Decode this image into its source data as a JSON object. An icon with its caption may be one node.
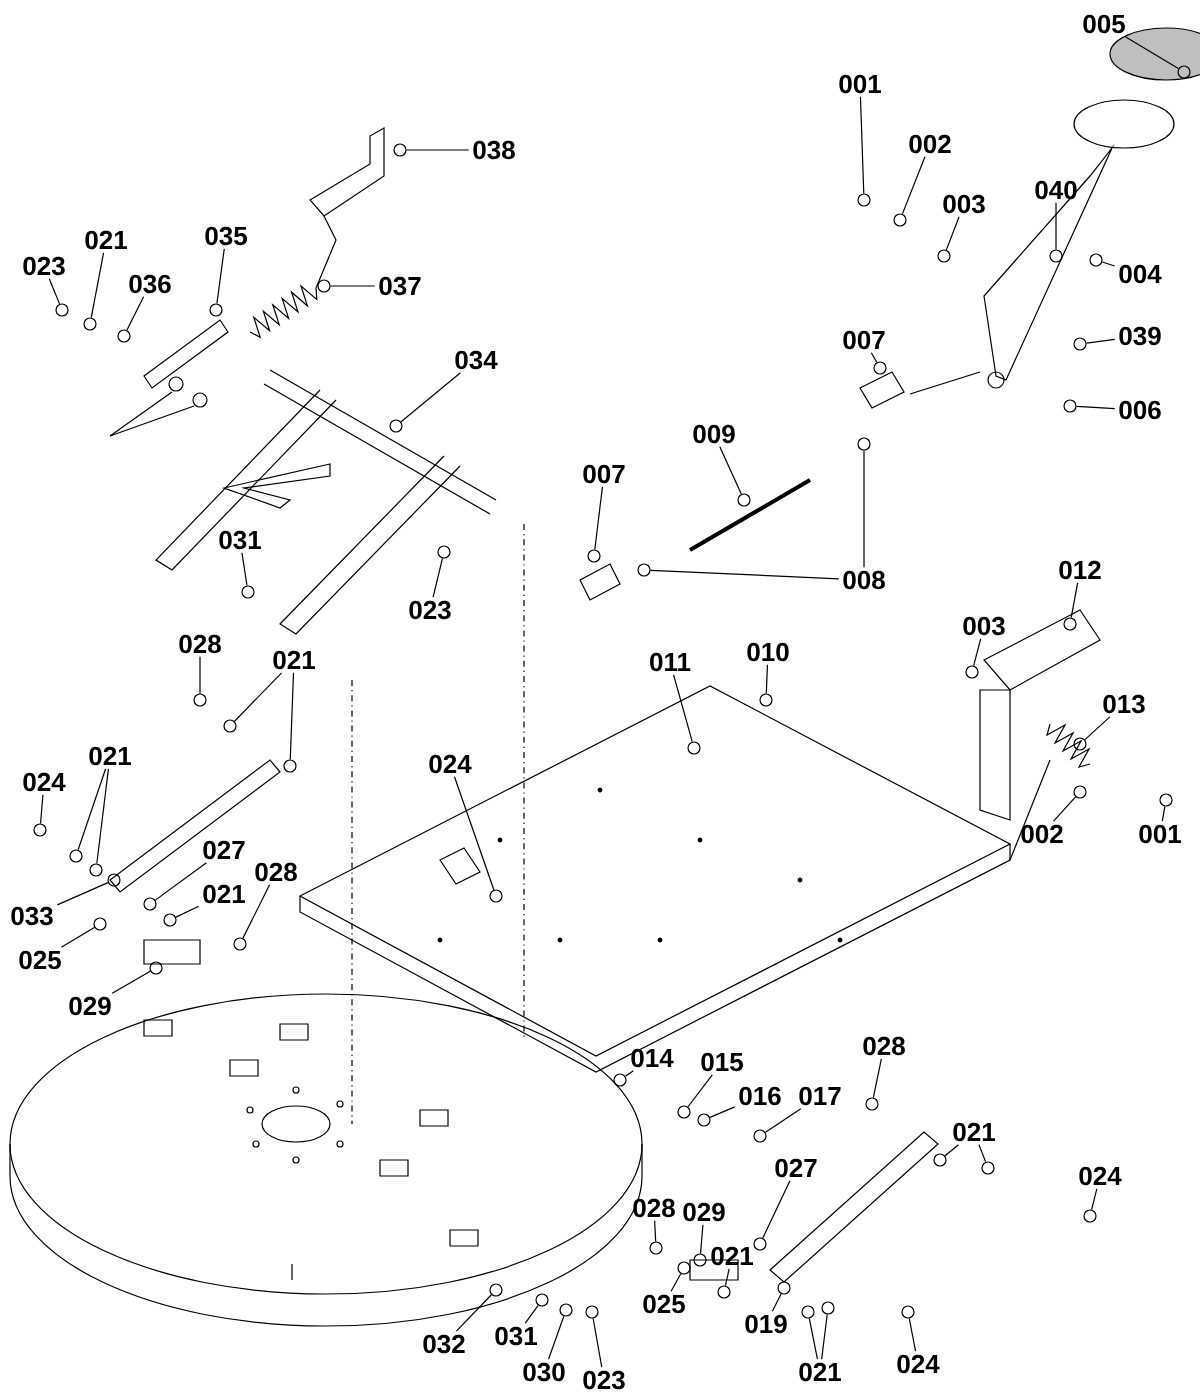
{
  "diagram": {
    "nodes": [
      {
        "text": [
          "005"
        ]
      },
      {
        "text": [
          "001"
        ]
      },
      {
        "text": [
          "002"
        ]
      },
      {
        "text": [
          "003"
        ]
      },
      {
        "text": [
          "040"
        ]
      },
      {
        "text": [
          "004"
        ]
      },
      {
        "text": [
          "039"
        ]
      },
      {
        "text": [
          "006"
        ]
      },
      {
        "text": [
          "007"
        ]
      },
      {
        "text": [
          "009"
        ]
      },
      {
        "text": [
          "008"
        ]
      },
      {
        "text": [
          "038"
        ]
      },
      {
        "text": [
          "037"
        ]
      },
      {
        "text": [
          "035"
        ]
      },
      {
        "text": [
          "021"
        ]
      },
      {
        "text": [
          "023"
        ]
      },
      {
        "text": [
          "036"
        ]
      },
      {
        "text": [
          "034"
        ]
      },
      {
        "text": [
          "007"
        ]
      },
      {
        "text": [
          "031"
        ]
      },
      {
        "text": [
          "023"
        ]
      },
      {
        "text": [
          "028"
        ]
      },
      {
        "text": [
          "021"
        ]
      },
      {
        "text": [
          "024"
        ]
      },
      {
        "text": [
          "021"
        ]
      },
      {
        "text": [
          "033"
        ]
      },
      {
        "text": [
          "027"
        ]
      },
      {
        "text": [
          "028"
        ]
      },
      {
        "text": [
          "021"
        ]
      },
      {
        "text": [
          "025"
        ]
      },
      {
        "text": [
          "029"
        ]
      },
      {
        "text": [
          "024"
        ]
      },
      {
        "text": [
          "011"
        ]
      },
      {
        "text": [
          "010"
        ]
      },
      {
        "text": [
          "003"
        ]
      },
      {
        "text": [
          "012"
        ]
      },
      {
        "text": [
          "013"
        ]
      },
      {
        "text": [
          "002"
        ]
      },
      {
        "text": [
          "001"
        ]
      },
      {
        "text": [
          "014"
        ]
      },
      {
        "text": [
          "015"
        ]
      },
      {
        "text": [
          "016"
        ]
      },
      {
        "text": [
          "017"
        ]
      },
      {
        "text": [
          "028"
        ]
      },
      {
        "text": [
          "021"
        ]
      },
      {
        "text": [
          "024"
        ]
      },
      {
        "text": [
          "027"
        ]
      },
      {
        "text": [
          "028"
        ]
      },
      {
        "text": [
          "029"
        ]
      },
      {
        "text": [
          "021"
        ]
      },
      {
        "text": [
          "025"
        ]
      },
      {
        "text": [
          "019"
        ]
      },
      {
        "text": [
          "021"
        ]
      },
      {
        "text": [
          "024"
        ]
      },
      {
        "text": [
          "032"
        ]
      },
      {
        "text": [
          "031"
        ]
      },
      {
        "text": [
          "030"
        ]
      },
      {
        "text": [
          "023"
        ]
      },
      {
        "text": [],
        "shape": "circle"
      },
      {
        "text": [],
        "shape": "circle"
      },
      {
        "text": [],
        "shape": "circle"
      },
      {
        "text": [],
        "shape": "circle"
      },
      {
        "text": [],
        "shape": "circle"
      },
      {
        "text": [],
        "shape": "circle"
      },
      {
        "text": [],
        "shape": "circle"
      },
      {
        "text": [],
        "shape": "circle"
      },
      {
        "text": [],
        "shape": "circle"
      },
      {
        "text": [],
        "shape": "circle"
      },
      {
        "text": [],
        "shape": "circle"
      },
      {
        "text": [],
        "shape": "circle"
      },
      {
        "text": [],
        "shape": "circle"
      },
      {
        "text": [],
        "shape": "circle"
      },
      {
        "text": [],
        "shape": "circle"
      },
      {
        "text": [],
        "shape": "circle"
      },
      {
        "text": [],
        "shape": "circle"
      },
      {
        "text": [],
        "shape": "circle"
      },
      {
        "text": [],
        "shape": "circle"
      },
      {
        "text": [],
        "shape": "circle"
      },
      {
        "text": [],
        "shape": "circle"
      },
      {
        "text": [],
        "shape": "circle"
      },
      {
        "text": [],
        "shape": "circle"
      },
      {
        "text": [],
        "shape": "circle"
      },
      {
        "text": [],
        "shape": "circle"
      },
      {
        "text": [],
        "shape": "circle"
      },
      {
        "text": [],
        "shape": "circle"
      },
      {
        "text": [],
        "shape": "circle"
      },
      {
        "text": [],
        "shape": "circle"
      },
      {
        "text": [],
        "shape": "circle"
      },
      {
        "text": [],
        "shape": "circle"
      },
      {
        "text": [],
        "shape": "circle"
      },
      {
        "text": [],
        "shape": "circle"
      },
      {
        "text": [],
        "shape": "circle"
      },
      {
        "text": [],
        "shape": "circle"
      },
      {
        "text": [],
        "shape": "circle"
      },
      {
        "text": [],
        "shape": "circle"
      },
      {
        "text": [],
        "shape": "circle"
      },
      {
        "text": [],
        "shape": "circle"
      },
      {
        "text": [],
        "shape": "circle"
      },
      {
        "text": [],
        "shape": "circle"
      },
      {
        "text": [],
        "shape": "circle"
      },
      {
        "text": [],
        "shape": "circle"
      },
      {
        "text": [],
        "shape": "circle"
      },
      {
        "text": [],
        "shape": "circle"
      },
      {
        "text": [],
        "shape": "circle"
      },
      {
        "text": [],
        "shape": "circle"
      },
      {
        "text": [],
        "shape": "circle"
      },
      {
        "text": [],
        "shape": "circle"
      },
      {
        "text": [],
        "shape": "circle"
      },
      {
        "text": [],
        "shape": "circle"
      },
      {
        "text": [],
        "shape": "circle"
      },
      {
        "text": [],
        "shape": "circle"
      },
      {
        "text": [],
        "shape": "circle"
      },
      {
        "text": [],
        "shape": "circle"
      },
      {
        "text": [],
        "shape": "circle"
      },
      {
        "text": [],
        "shape": "circle"
      },
      {
        "text": [],
        "shape": "circle"
      },
      {
        "text": [],
        "shape": "circle"
      },
      {
        "text": [],
        "shape": "circle"
      },
      {
        "text": [],
        "shape": "circle"
      },
      {
        "text": [],
        "shape": "circle"
      },
      {
        "text": [],
        "shape": "circle"
      }
    ],
    "edges": [
      {
        "from": 0,
        "to": 58,
        "arrow": "none"
      },
      {
        "from": 1,
        "to": 59,
        "arrow": "none"
      },
      {
        "from": 2,
        "to": 60,
        "arrow": "none"
      },
      {
        "from": 3,
        "to": 61,
        "arrow": "none"
      },
      {
        "from": 4,
        "to": 62,
        "arrow": "none"
      },
      {
        "from": 5,
        "to": 63,
        "arrow": "none"
      },
      {
        "from": 6,
        "to": 64,
        "arrow": "none"
      },
      {
        "from": 7,
        "to": 65,
        "arrow": "none"
      },
      {
        "from": 8,
        "to": 66,
        "arrow": "none"
      },
      {
        "from": 9,
        "to": 67,
        "arrow": "none"
      },
      {
        "from": 10,
        "to": 68,
        "arrow": "none"
      },
      {
        "from": 10,
        "to": 69,
        "arrow": "none"
      },
      {
        "from": 11,
        "to": 70,
        "arrow": "none"
      },
      {
        "from": 12,
        "to": 71,
        "arrow": "none"
      },
      {
        "from": 13,
        "to": 72,
        "arrow": "none"
      },
      {
        "from": 14,
        "to": 73,
        "arrow": "none"
      },
      {
        "from": 15,
        "to": 74,
        "arrow": "none"
      },
      {
        "from": 16,
        "to": 75,
        "arrow": "none"
      },
      {
        "from": 17,
        "to": 76,
        "arrow": "none"
      },
      {
        "from": 18,
        "to": 77,
        "arrow": "none"
      },
      {
        "from": 19,
        "to": 78,
        "arrow": "none"
      },
      {
        "from": 20,
        "to": 79,
        "arrow": "none"
      },
      {
        "from": 21,
        "to": 80,
        "arrow": "none"
      },
      {
        "from": 22,
        "to": 81,
        "arrow": "none"
      },
      {
        "from": 22,
        "to": 82,
        "arrow": "none"
      },
      {
        "from": 23,
        "to": 83,
        "arrow": "none"
      },
      {
        "from": 24,
        "to": 84,
        "arrow": "none"
      },
      {
        "from": 24,
        "to": 85,
        "arrow": "none"
      },
      {
        "from": 25,
        "to": 86,
        "arrow": "none"
      },
      {
        "from": 26,
        "to": 87,
        "arrow": "none"
      },
      {
        "from": 27,
        "to": 88,
        "arrow": "none"
      },
      {
        "from": 28,
        "to": 89,
        "arrow": "none"
      },
      {
        "from": 29,
        "to": 90,
        "arrow": "none"
      },
      {
        "from": 30,
        "to": 91,
        "arrow": "none"
      },
      {
        "from": 31,
        "to": 92,
        "arrow": "none"
      },
      {
        "from": 32,
        "to": 93,
        "arrow": "none"
      },
      {
        "from": 33,
        "to": 94,
        "arrow": "none"
      },
      {
        "from": 34,
        "to": 95,
        "arrow": "none"
      },
      {
        "from": 35,
        "to": 96,
        "arrow": "none"
      },
      {
        "from": 36,
        "to": 97,
        "arrow": "none"
      },
      {
        "from": 37,
        "to": 98,
        "arrow": "none"
      },
      {
        "from": 38,
        "to": 99,
        "arrow": "none"
      },
      {
        "from": 39,
        "to": 100,
        "arrow": "none"
      },
      {
        "from": 40,
        "to": 101,
        "arrow": "none"
      },
      {
        "from": 41,
        "to": 102,
        "arrow": "none"
      },
      {
        "from": 42,
        "to": 103,
        "arrow": "none"
      },
      {
        "from": 43,
        "to": 104,
        "arrow": "none"
      },
      {
        "from": 44,
        "to": 105,
        "arrow": "none"
      },
      {
        "from": 44,
        "to": 106,
        "arrow": "none"
      },
      {
        "from": 45,
        "to": 107,
        "arrow": "none"
      },
      {
        "from": 46,
        "to": 108,
        "arrow": "none"
      },
      {
        "from": 47,
        "to": 109,
        "arrow": "none"
      },
      {
        "from": 48,
        "to": 110,
        "arrow": "none"
      },
      {
        "from": 49,
        "to": 111,
        "arrow": "none"
      },
      {
        "from": 50,
        "to": 112,
        "arrow": "none"
      },
      {
        "from": 51,
        "to": 113,
        "arrow": "none"
      },
      {
        "from": 52,
        "to": 114,
        "arrow": "none"
      },
      {
        "from": 52,
        "to": 115,
        "arrow": "none"
      },
      {
        "from": 53,
        "to": 116,
        "arrow": "none"
      },
      {
        "from": 54,
        "to": 117,
        "arrow": "none"
      },
      {
        "from": 55,
        "to": 118,
        "arrow": "none"
      },
      {
        "from": 56,
        "to": 119,
        "arrow": "none"
      },
      {
        "from": 57,
        "to": 120,
        "arrow": "none"
      }
    ]
  }
}
